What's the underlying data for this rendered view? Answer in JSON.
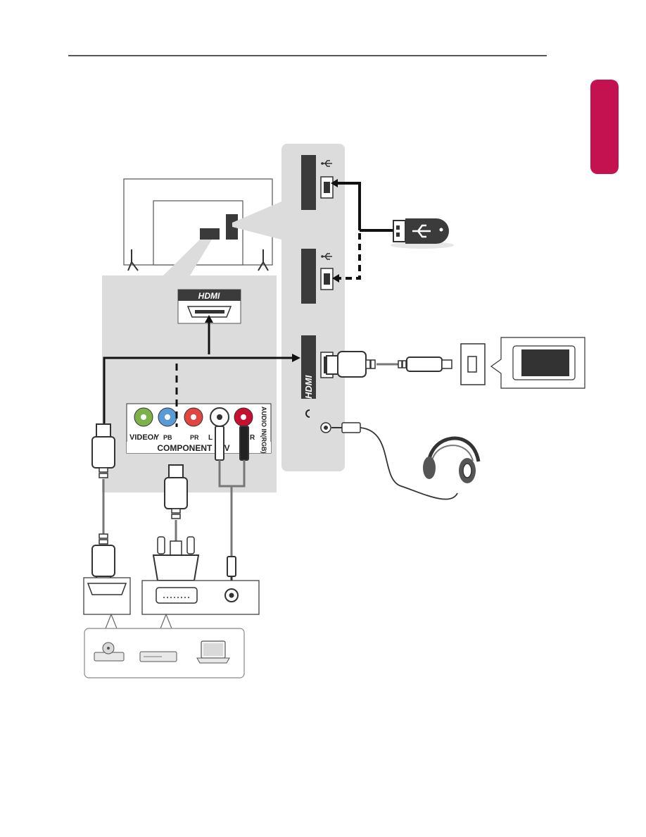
{
  "page": {
    "side_tab_color": "#c4114f",
    "panel_color": "#dcdcdd",
    "rule_color": "#231f20"
  },
  "labels": {
    "hdmi_box": "HDMI",
    "hdmi_side_port": "HDMI",
    "video_y": "VIDEO/",
    "y_jack": "Y",
    "pb_jack": "PB",
    "pr_jack": "PR",
    "l_jack": "L",
    "r_jack": "R",
    "component_av": "COMPONENT / AV",
    "audio_in_rgb": "AUDIO IN(RGB)"
  },
  "icons": {
    "usb_port_1": "usb-icon",
    "usb_port_2": "usb-icon",
    "headphone_jack": "headphone-icon",
    "usb_stick": "usb-flash-drive-icon",
    "smartphone": "smartphone-icon",
    "headphones": "headphones-icon",
    "devices": [
      "dvd-player-icon",
      "set-top-box-icon",
      "laptop-icon"
    ]
  },
  "jack_colors": {
    "video_y": "#7bb24a",
    "pb": "#5b9bd5",
    "pr": "#e0453f",
    "audio_l": "#ffffff",
    "audio_r": "#c5112f"
  }
}
